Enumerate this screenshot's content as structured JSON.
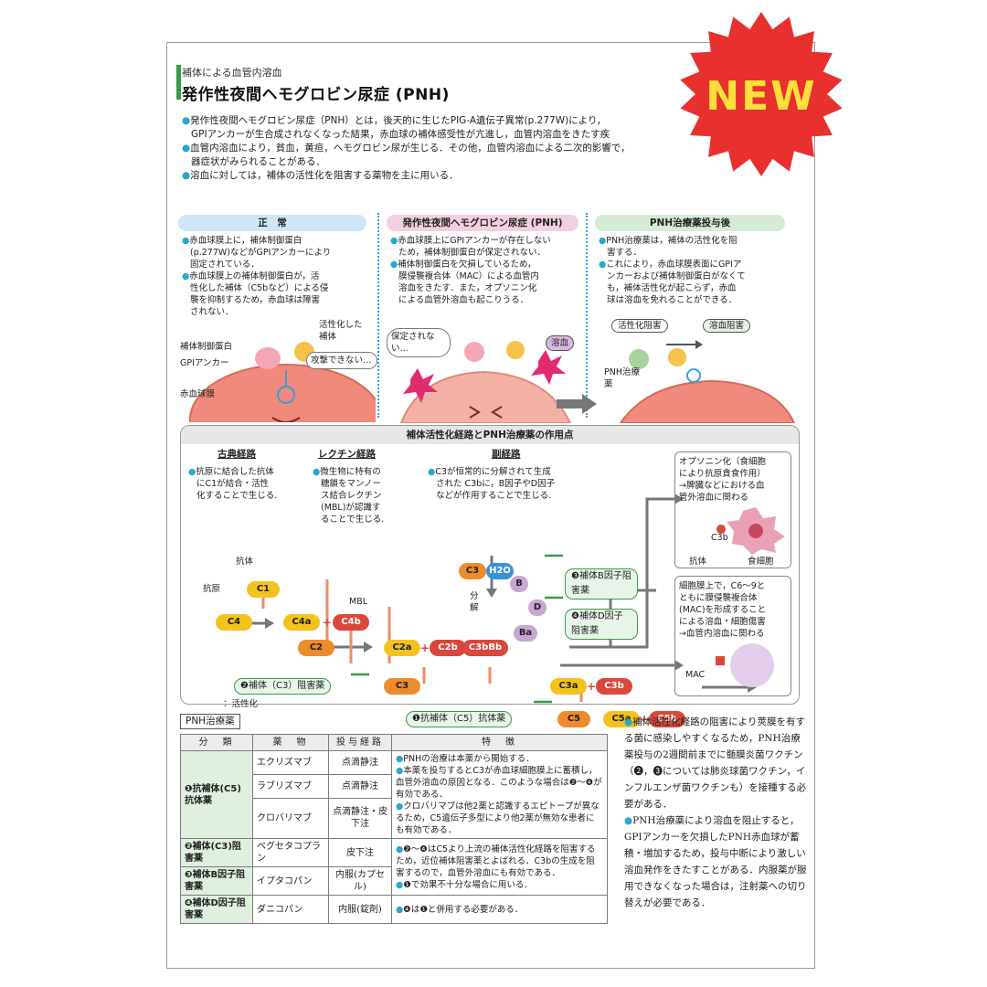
{
  "header": {
    "subhead": "補体による血管内溶血",
    "title": "発作性夜間ヘモグロビン尿症 (PNH)"
  },
  "new_badge": "NEW",
  "intro": [
    "発作性夜間ヘモグロビン尿症（PNH）とは，後天的に生じたPIG-A遺伝子異常(p.277W)により，",
    "GPIアンカーが生合成されなくなった結果，赤血球の補体感受性が亢進し，血管内溶血をきたす疾",
    "血管内溶血により，貧血，黄疸，ヘモグロビン尿が生じる．その他，血管内溶血による二次的影響で，",
    "器症状がみられることがある．",
    "溶血に対しては，補体の活性化を阻害する薬物を主に用いる．"
  ],
  "panels": {
    "normal": {
      "title": "正　常",
      "lines": [
        "赤血球膜上に，補体制御蛋白",
        "(p.277W)などがGPIアンカーにより",
        "固定されている．",
        "赤血球膜上の補体制御蛋白が，活",
        "性化した補体（C5bなど）による侵",
        "襲を抑制するため，赤血球は障害",
        "されない．"
      ],
      "labels": [
        "補体制御蛋白",
        "GPIアンカー",
        "赤血球膜",
        "活性化した補体",
        "攻撃できない…"
      ]
    },
    "pnh": {
      "title": "発作性夜間ヘモグロビン尿症 (PNH)",
      "lines": [
        "赤血球膜上にGPIアンカーが存在しない",
        "ため，補体制御蛋白が保定されない．",
        "補体制御蛋白を欠損しているため，",
        "膜侵襲複合体（MAC）による血管内",
        "溶血をきたす．また，オプソニン化",
        "による血管外溶血も起こりうる．"
      ],
      "labels": [
        "保定されない…",
        "溶血"
      ]
    },
    "treated": {
      "title": "PNH治療薬投与後",
      "lines": [
        "PNH治療薬は，補体の活性化を阻",
        "害する．",
        "これにより，赤血球膜表面にGPIア",
        "ンカーおよび補体制御蛋白がなくて",
        "も，補体活性化が起こらず，赤血",
        "球は溶血を免れることができる．"
      ],
      "labels": [
        "活性化阻害",
        "溶血阻害",
        "PNH治療薬"
      ]
    }
  },
  "pathway": {
    "title": "補体活性化経路とPNH治療薬の作用点",
    "classical": {
      "title": "古典経路",
      "text": [
        "抗原に結合した抗体",
        "にC1が結合・活性",
        "化することで生じる."
      ]
    },
    "lectin": {
      "title": "レクチン経路",
      "text": [
        "微生物に特有の",
        "糖鎖をマンノー",
        "ス結合レクチン",
        "(MBL)が認識す",
        "ることで生じる."
      ]
    },
    "alternative": {
      "title": "副経路",
      "text": [
        "C3が恒常的に分解されて生成",
        "された C3bに，B因子やD因子",
        "などが作用することで生じる."
      ]
    },
    "components": [
      "C1",
      "C4",
      "C4a",
      "C4b",
      "C2",
      "C2a",
      "C2b",
      "C3",
      "C3a",
      "C3b",
      "C5",
      "C5a",
      "C5b",
      "C3bBb",
      "B",
      "D",
      "Ba",
      "C3",
      "H2O"
    ],
    "labels": {
      "antibody": "抗体",
      "antigen": "抗原",
      "mbl": "MBL",
      "split": "分解",
      "legend": "：活性化",
      "plus": "+"
    },
    "inhibitors": [
      "❸補体B因子阻害薬",
      "❹補体D因子阻害薬",
      "❷補体（C3）阻害薬",
      "❶抗補体（C5）抗体薬"
    ],
    "side_boxes": [
      {
        "text": [
          "オプソニン化（食細胞",
          "により抗原貪食作用）",
          "→脾臓などにおける血",
          "管外溶血に関わる"
        ],
        "labels": [
          "C3b",
          "抗体",
          "食細胞"
        ]
      },
      {
        "text": [
          "細胞膜上で，C6〜9と",
          "ともに膜侵襲複合体",
          "(MAC)を形成すること",
          "による溶血・細胞傷害",
          "→血管内溶血に関わる"
        ],
        "labels": [
          "MAC"
        ]
      }
    ]
  },
  "table": {
    "caption": "PNH治療薬",
    "headers": [
      "分　類",
      "薬　物",
      "投与経路",
      "特　徴"
    ],
    "rows": [
      {
        "category": "❶抗補体(C5)抗体薬",
        "drugs": [
          {
            "name": "エクリズマブ",
            "route": "点滴静注"
          },
          {
            "name": "ラブリズマブ",
            "route": "点滴静注"
          },
          {
            "name": "クロバリマブ",
            "route": "点滴静注・皮下注"
          }
        ],
        "features": [
          "PNHの治療は本薬から開始する．",
          "本薬を投与するとC3が赤血球細胞膜上に蓄積し，血管外溶血の原因となる．このような場合は❷〜❹が有効である．",
          "クロバリマブは他2薬と認識するエピトープが異なるため，C5遺伝子多型により他2薬が無効な患者にも有効である．"
        ]
      },
      {
        "category": "❷補体(C3)阻害薬",
        "drugs": [
          {
            "name": "ペグセタコプラン",
            "route": "皮下注"
          }
        ],
        "features": [
          "❷〜❹はC5より上流の補体活性化経路を阻害するため，近位補体阻害薬とよばれる．C3bの生成を阻害するので，血管外溶血にも有効である．"
        ]
      },
      {
        "category": "❸補体B因子阻害薬",
        "drugs": [
          {
            "name": "イプタコパン",
            "route": "内服(カプセル)"
          }
        ],
        "features": [
          "❶で効果不十分な場合に用いる．"
        ]
      },
      {
        "category": "❹補体D因子阻害薬",
        "drugs": [
          {
            "name": "ダニコパン",
            "route": "内服(錠剤)"
          }
        ],
        "features": [
          "❹は❶と併用する必要がある．"
        ]
      }
    ]
  },
  "side_notes": [
    "補体活性化経路の阻害により莢膜を有する菌に感染しやすくなるため，PNH治療薬投与の2週間前までに髄膜炎菌ワクチン（❷，❸については肺炎球菌ワクチン，インフルエンザ菌ワクチンも）を接種する必要がある．",
    "PNH治療薬により溶血を阻止すると，GPIアンカーを欠損したPNH赤血球が蓄積・増加するため，投与中断により激しい溶血発作をきたすことがある．内服薬が服用できなくなった場合は，注射薬への切り替えが必要である．"
  ],
  "colors": {
    "accent_green": "#3a9a4a",
    "bullet_blue": "#2aa7c9",
    "pink_text": "#e0408a",
    "badge_red": "#e8302f",
    "badge_yellow": "#ffe03a"
  }
}
